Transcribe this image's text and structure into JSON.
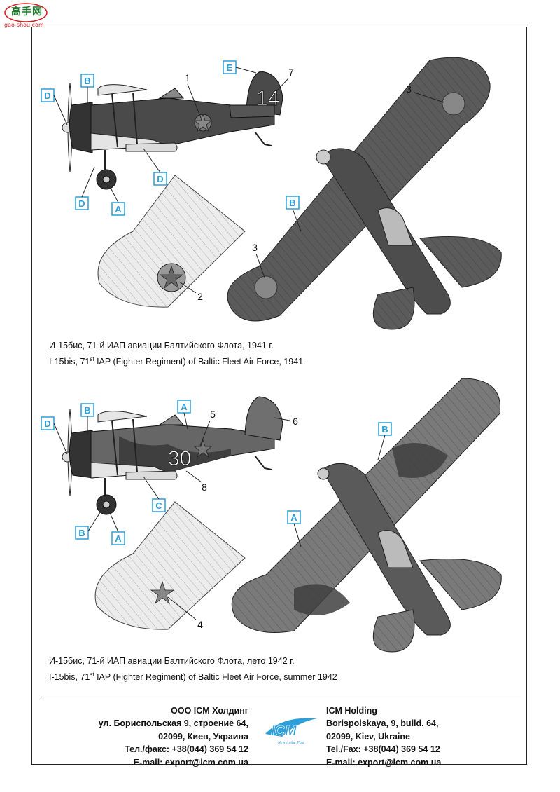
{
  "watermark": {
    "text": "高手网",
    "sub": "gao-shou.com"
  },
  "scheme1": {
    "caption_ru": "И-15бис, 71-й ИАП авиации Балтийского Флота, 1941 г.",
    "caption_en_pre": "I-15bis, 71",
    "caption_en_sup": "st",
    "caption_en_post": " IAP (Fighter Regiment) of Baltic Fleet Air Force, 1941",
    "tail_number": "14",
    "letter_tags": [
      "D",
      "B",
      "E",
      "D",
      "D",
      "A",
      "B"
    ],
    "number_callouts": [
      "1",
      "7",
      "3",
      "2",
      "3"
    ]
  },
  "scheme2": {
    "caption_ru": "И-15бис, 71-й ИАП авиации Балтийского Флота, лето 1942 г.",
    "caption_en_pre": "I-15bis, 71",
    "caption_en_sup": "st",
    "caption_en_post": " IAP (Fighter Regiment) of Baltic Fleet Air Force, summer 1942",
    "fuselage_number": "30",
    "letter_tags": [
      "D",
      "B",
      "A",
      "C",
      "B",
      "A",
      "B",
      "A"
    ],
    "number_callouts": [
      "5",
      "6",
      "8",
      "4"
    ]
  },
  "footer": {
    "left": [
      "ООО ICM Холдинг",
      "ул. Бориспольская 9, строение 64,",
      "02099, Киев, Украина",
      "Тел./факс: +38(044) 369 54 12",
      "E-mail: export@icm.com.ua"
    ],
    "right": [
      "ICM Holding",
      "Borispolskaya, 9, build. 64,",
      "02099, Kiev, Ukraine",
      "Tel./Fax: +38(044) 369 54 12",
      "E-mail: export@icm.com.ua"
    ],
    "logo_text": "ICM",
    "logo_tagline": "New in the Past"
  },
  "colors": {
    "dark_grey": "#595959",
    "light_grey": "#e9e9e9",
    "tag_blue": "#2c9fd8",
    "camo_dark": "#3f3f3f",
    "camo_light": "#8a8a8a"
  }
}
